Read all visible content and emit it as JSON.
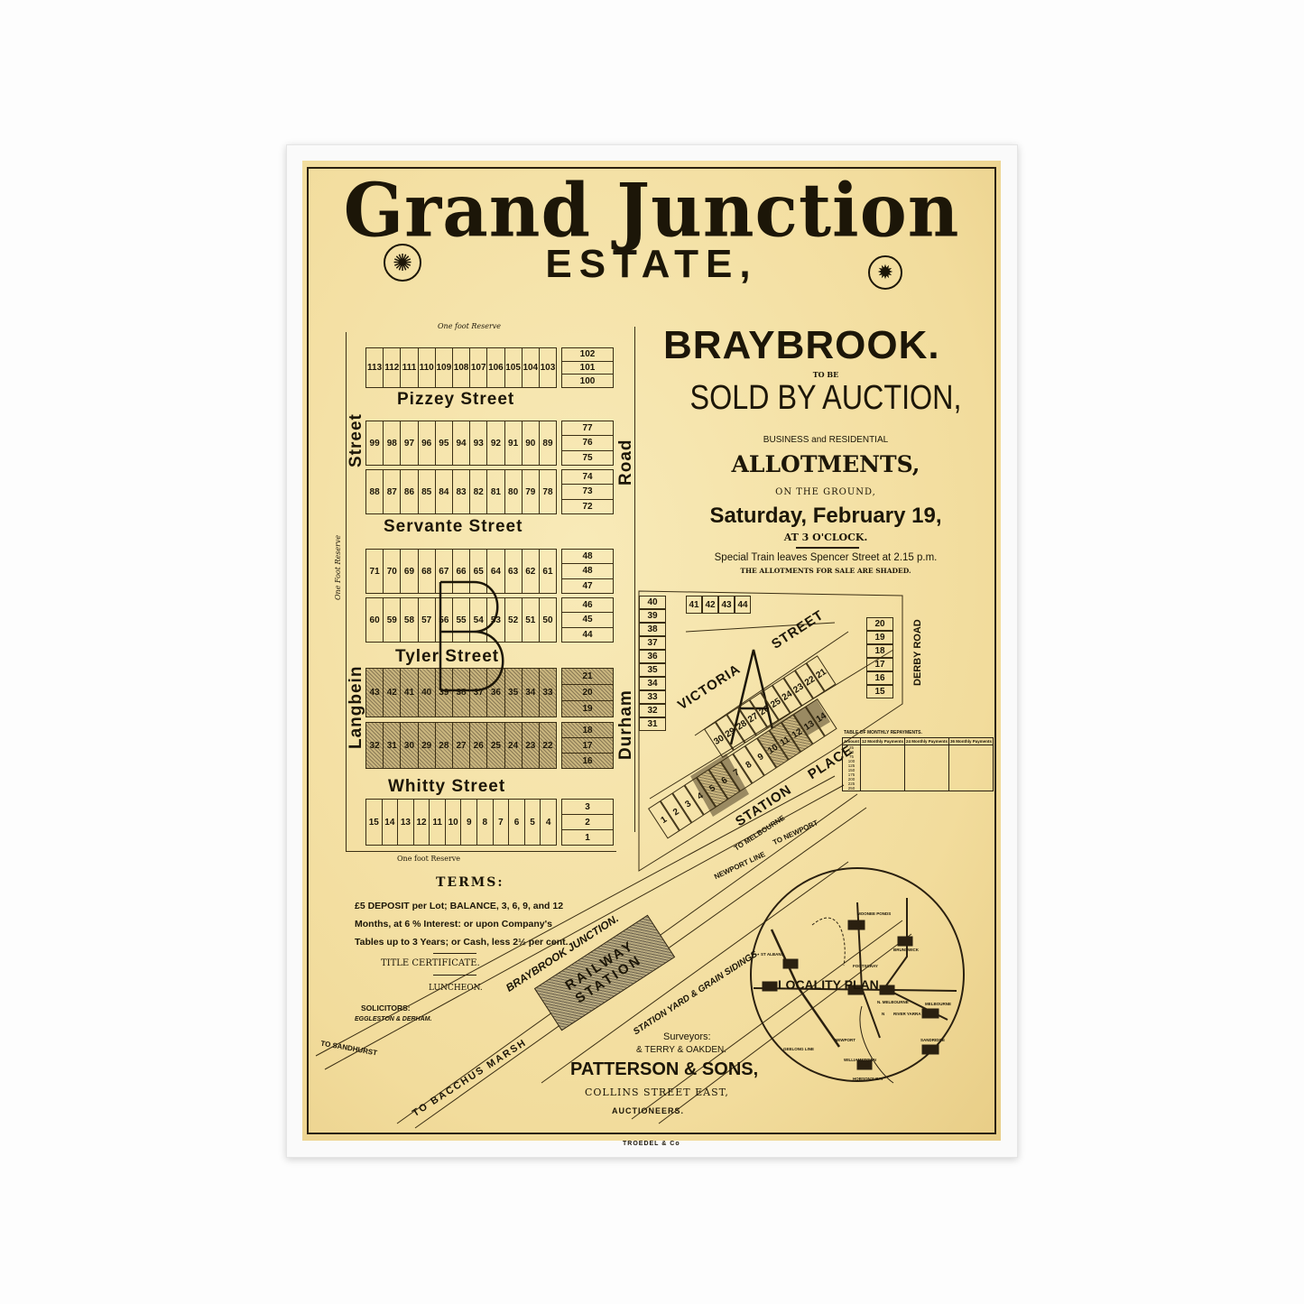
{
  "poster": {
    "title": "Grand Junction",
    "subtitle": "ESTATE,",
    "place": "BRAYBROOK.",
    "to_be": "TO BE",
    "sold": "SOLD BY AUCTION,",
    "business": "BUSINESS and RESIDENTIAL",
    "allotments": "ALLOTMENTS,",
    "on_ground": "ON THE GROUND,",
    "date": "Saturday, February 19,",
    "time": "AT 3 O'CLOCK.",
    "train": "Special Train leaves Spencer Street at 2.15 p.m.",
    "shaded_note": "THE ALLOTMENTS FOR SALE ARE SHADED.",
    "terms_title": "TERMS:",
    "terms": [
      "£5 DEPOSIT per Lot; BALANCE, 3, 6, 9, and 12",
      "Months,   at 6 % Interest:  or  upon  Company's",
      "Tables up to 3 Years; or Cash, less 2½ per cent."
    ],
    "title_cert": "TITLE CERTIFICATE.",
    "luncheon": "LUNCHEON.",
    "solicitors_label": "SOLICITORS:",
    "solicitors": "EGGLESTON & DERHAM.",
    "surveyors_label": "Surveyors:",
    "surveyors": "& TERRY & OAKDEN.",
    "auctioneer": "PATTERSON & SONS,",
    "address": "COLLINS STREET EAST,",
    "auctioneers_label": "AUCTIONEERS.",
    "printer": "TROEDEL & Co"
  },
  "map": {
    "reserve_top": "One foot Reserve",
    "reserve_bottom": "One foot Reserve",
    "reserve_left": "One Foot Reserve",
    "streets": {
      "pizzey": "Pizzey Street",
      "servante": "Servante Street",
      "tyler": "Tyler Street",
      "whitty": "Whitty Street",
      "langbein": "Langbein",
      "street": "Street",
      "road": "Road",
      "durham": "Durham",
      "victoria": "VICTORIA STREET",
      "station_place": "STATION PLACE",
      "derby": "DERBY ROAD"
    },
    "section_b": "B",
    "section_a": "A",
    "blocks": [
      {
        "lots": [
          "113",
          "112",
          "111",
          "110",
          "109",
          "108",
          "107",
          "106",
          "105",
          "104",
          "103"
        ],
        "side": [
          "102",
          "101",
          "100"
        ]
      },
      {
        "lots": [
          "99",
          "98",
          "97",
          "96",
          "95",
          "94",
          "93",
          "92",
          "91",
          "90",
          "89"
        ],
        "side": [
          "77",
          "76",
          "75"
        ]
      },
      {
        "lots": [
          "88",
          "87",
          "86",
          "85",
          "84",
          "83",
          "82",
          "81",
          "80",
          "79",
          "78"
        ],
        "side": [
          "74",
          "73",
          "72"
        ]
      },
      {
        "lots": [
          "71",
          "70",
          "69",
          "68",
          "67",
          "66",
          "65",
          "64",
          "63",
          "62",
          "61"
        ],
        "side": [
          "48",
          "48",
          "47"
        ]
      },
      {
        "lots": [
          "60",
          "59",
          "58",
          "57",
          "56",
          "55",
          "54",
          "53",
          "52",
          "51",
          "50"
        ],
        "side": [
          "46",
          "45",
          "44"
        ]
      },
      {
        "lots": [
          "43",
          "42",
          "41",
          "40",
          "39",
          "38",
          "37",
          "36",
          "35",
          "34",
          "33"
        ],
        "side": [
          "21",
          "20",
          "19"
        ],
        "shaded": true
      },
      {
        "lots": [
          "32",
          "31",
          "30",
          "29",
          "28",
          "27",
          "26",
          "25",
          "24",
          "23",
          "22"
        ],
        "side": [
          "18",
          "17",
          "16"
        ],
        "shaded": true
      },
      {
        "lots": [
          "15",
          "14",
          "13",
          "12",
          "11",
          "10",
          "9",
          "8",
          "7",
          "6",
          "5",
          "4"
        ],
        "side": [
          "3",
          "2",
          "1"
        ]
      }
    ],
    "a_station": [
      "1",
      "2",
      "3",
      "4",
      "5",
      "6",
      "7",
      "8",
      "9",
      "10",
      "11",
      "12",
      "13",
      "14"
    ],
    "a_victoria": [
      "30",
      "29",
      "28",
      "27",
      "26",
      "25",
      "24",
      "23",
      "22",
      "21"
    ],
    "a_upper": [
      "41",
      "42",
      "43",
      "44"
    ],
    "a_left": [
      "40",
      "39",
      "38",
      "37",
      "36",
      "35",
      "34",
      "33",
      "32",
      "31"
    ],
    "a_right": [
      "20",
      "19",
      "18",
      "17",
      "16",
      "15"
    ],
    "railway": {
      "junction": "BRAYBROOK JUNCTION.",
      "station": "RAILWAY STATION",
      "to_melbourne": "TO MELBOURNE",
      "to_newport": "TO NEWPORT",
      "newport_line": "NEWPORT LINE",
      "to_sandhurst": "TO SANDHURST",
      "bacchus": "TO BACCHUS MARSH",
      "yard": "STATION YARD & GRAIN SIDINGS."
    },
    "locality": {
      "title": "LOCALITY PLAN",
      "places": [
        "MOONEE PONDS",
        "BRUNSWICK",
        "ST ALBANS",
        "FOOTSCRAY",
        "N. MELBOURNE",
        "MELBOURNE",
        "SANDRIDGE",
        "NEWPORT",
        "WILLIAMSTOWN",
        "HOBSON'S BAY",
        "RIVER YARRA",
        "GEELONG LINE",
        "N"
      ]
    }
  },
  "repayments": {
    "title": "TABLE OF MONTHLY REPAYMENTS.",
    "headers": [
      "Amount",
      "12 Monthly Payments",
      "24 Monthly Payments",
      "36 Monthly Payments"
    ],
    "amounts": [
      "25",
      "50",
      "75",
      "100",
      "125",
      "150",
      "175",
      "200",
      "225",
      "250"
    ]
  }
}
